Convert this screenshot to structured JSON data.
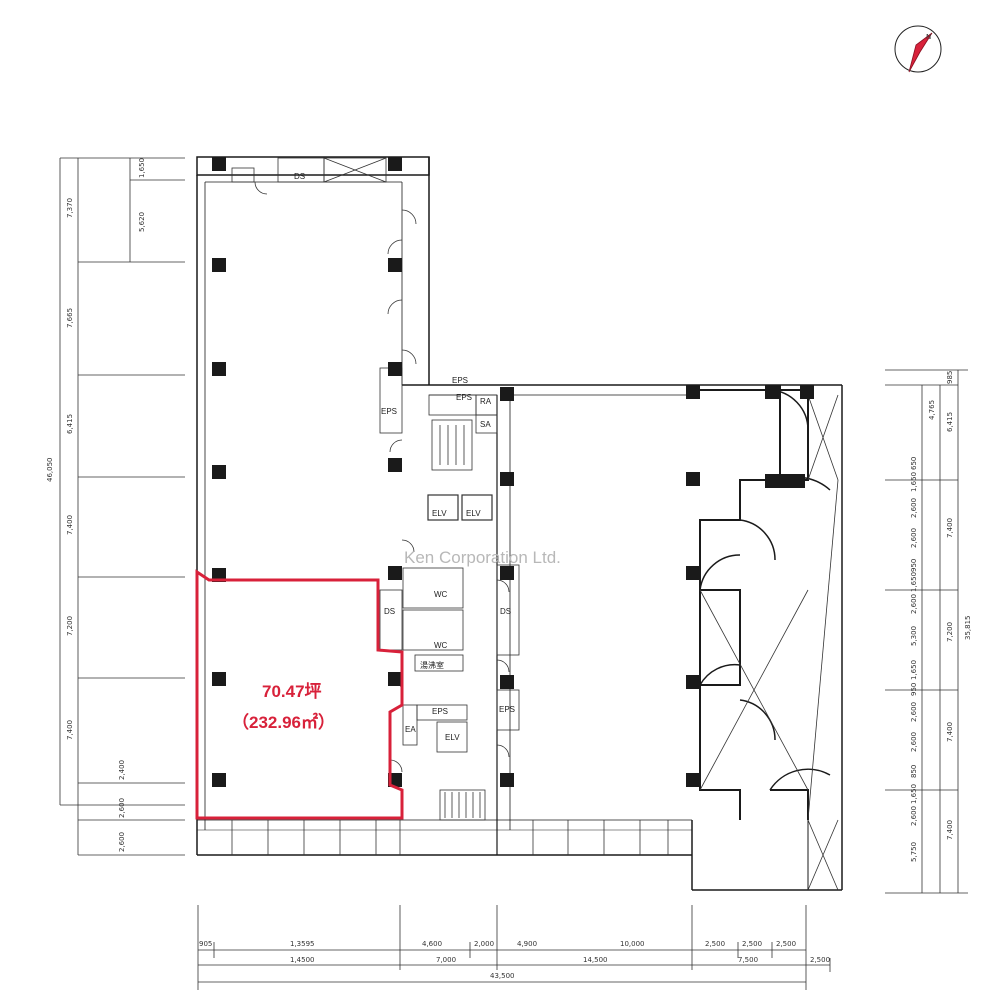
{
  "compass": {
    "north_mark": "N",
    "arrow_color": "#d8213a"
  },
  "highlight": {
    "area_tsubo": "70.47坪",
    "area_sqm": "（232.96㎡）",
    "color": "#d8213a"
  },
  "watermark": "Ken Corporation Ltd.",
  "rooms": {
    "ds_top": "DS",
    "eps_top": "EPS",
    "eps_left": "EPS",
    "eps_shaft": "EPS",
    "ra": "RA",
    "sa": "SA",
    "elv_1": "ELV",
    "elv_2": "ELV",
    "ds_left": "DS",
    "ds_right": "DS",
    "wc_1": "WC",
    "wc_2": "WC",
    "storage": "湯沸室",
    "eps_lower": "EPS",
    "eps_right": "EPS",
    "ea": "EA",
    "elv_3": "ELV"
  },
  "left_dims": {
    "total": "46,050",
    "segments": [
      "7,370",
      "7,665",
      "6,415",
      "7,400",
      "7,200",
      "7,400",
      "2,400",
      "2,600",
      "2,600"
    ],
    "sub": [
      "1,650",
      "5,620"
    ]
  },
  "right_dims": {
    "total": "35,815",
    "outer": [
      "985",
      "6,415",
      "7,400",
      "7,200",
      "7,400",
      "7,400"
    ],
    "inner_top": [
      "4,765"
    ],
    "inner": [
      "650",
      "1,650",
      "2,600",
      "2,600",
      "950",
      "1,650",
      "2,600",
      "5,300",
      "1,650",
      "950",
      "2,600",
      "2,600",
      "850",
      "1,650",
      "2,600",
      "5,750"
    ]
  },
  "bottom_dims": {
    "row1": [
      "905",
      "1,3595",
      "4,600",
      "2,000",
      "4,900",
      "10,000",
      "2,500",
      "2,500",
      "2,500"
    ],
    "row2": [
      "1,4500",
      "7,000",
      "14,500",
      "7,500",
      "2,500"
    ],
    "total": "43,500"
  }
}
